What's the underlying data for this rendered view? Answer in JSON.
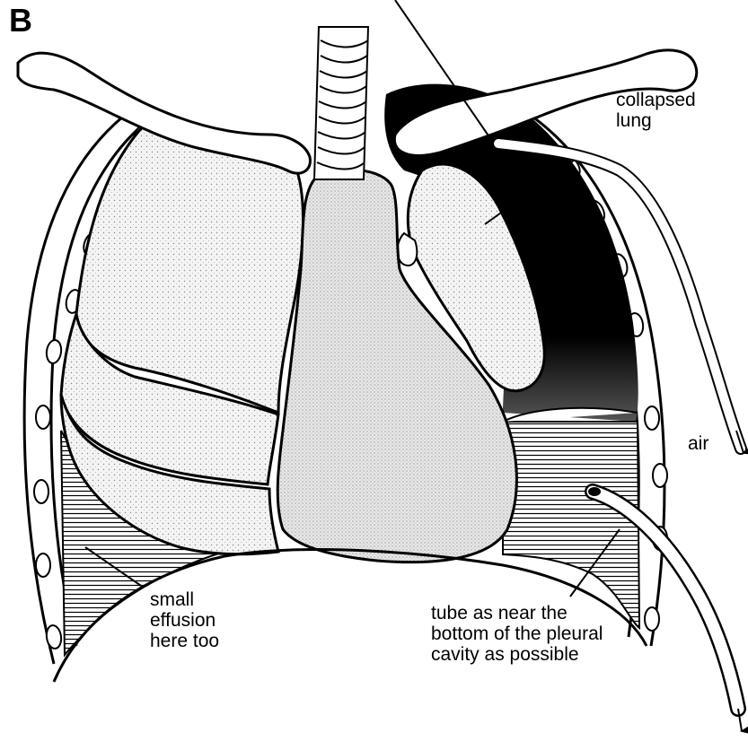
{
  "panel_letter": "B",
  "labels": {
    "collapsed_lung": "collapsed\nlung",
    "air": "air",
    "small_effusion": "small\neffusion\nhere too",
    "tube_note": "tube as near the\nbottom of the pleural\ncavity as possible"
  },
  "colors": {
    "ink": "#000000",
    "paper": "#ffffff",
    "lung_fill": "#f2f2f2",
    "heart_fill": "#e6e6e6"
  }
}
